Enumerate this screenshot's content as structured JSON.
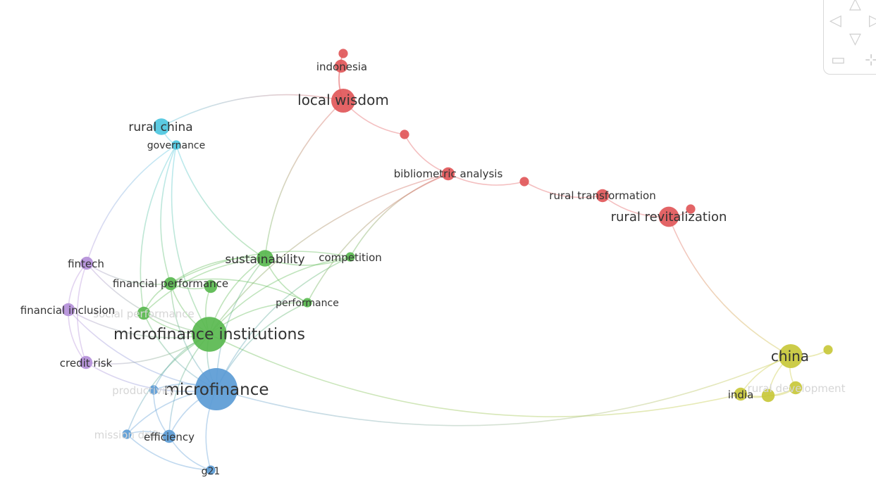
{
  "colors": {
    "red": "#e15759",
    "green": "#59b84f",
    "blue": "#5b9bd5",
    "purple": "#b48fd9",
    "cyan": "#4dc7e0",
    "yellow": "#c8c83a"
  },
  "nodes": [
    {
      "id": "n-indonesia-top",
      "label": "",
      "cluster": "red",
      "weight": 1
    },
    {
      "id": "indonesia",
      "label": "indonesia",
      "cluster": "red",
      "weight": 2
    },
    {
      "id": "local-wisdom",
      "label": "local wisdom",
      "cluster": "red",
      "weight": 5
    },
    {
      "id": "n-red-small",
      "label": "",
      "cluster": "red",
      "weight": 1
    },
    {
      "id": "bibliometric-analysis",
      "label": "bibliometric analysis",
      "cluster": "red",
      "weight": 2
    },
    {
      "id": "n-red-mid",
      "label": "",
      "cluster": "red",
      "weight": 1
    },
    {
      "id": "rural-transformation",
      "label": "rural transformation",
      "cluster": "red",
      "weight": 2
    },
    {
      "id": "rural-revitalization",
      "label": "rural revitalization",
      "cluster": "red",
      "weight": 4
    },
    {
      "id": "n-red-right",
      "label": "",
      "cluster": "red",
      "weight": 1
    },
    {
      "id": "rural-china",
      "label": "rural china",
      "cluster": "cyan",
      "weight": 3
    },
    {
      "id": "governance",
      "label": "governance",
      "cluster": "cyan",
      "weight": 1
    },
    {
      "id": "sustainability",
      "label": "sustainability",
      "cluster": "green",
      "weight": 3
    },
    {
      "id": "competition",
      "label": "competition",
      "cluster": "green",
      "weight": 1
    },
    {
      "id": "financial-performance",
      "label": "financial performance",
      "cluster": "green",
      "weight": 2
    },
    {
      "id": "n-green-a",
      "label": "",
      "cluster": "green",
      "weight": 2
    },
    {
      "id": "performance",
      "label": "performance",
      "cluster": "green",
      "weight": 1
    },
    {
      "id": "social-performance",
      "label": "social performance",
      "cluster": "green",
      "weight": 2,
      "faded": true
    },
    {
      "id": "microfinance-institutions",
      "label": "microfinance institutions",
      "cluster": "green",
      "weight": 8
    },
    {
      "id": "fintech",
      "label": "fintech",
      "cluster": "purple",
      "weight": 2
    },
    {
      "id": "financial-inclusion",
      "label": "financial inclusion",
      "cluster": "purple",
      "weight": 2
    },
    {
      "id": "credit-risk",
      "label": "credit risk",
      "cluster": "purple",
      "weight": 2
    },
    {
      "id": "microfinance",
      "label": "microfinance",
      "cluster": "blue",
      "weight": 10
    },
    {
      "id": "productivity",
      "label": "productivity",
      "cluster": "blue",
      "weight": 1,
      "faded": true
    },
    {
      "id": "mission-drift",
      "label": "mission drift",
      "cluster": "blue",
      "weight": 1,
      "faded": true
    },
    {
      "id": "efficiency",
      "label": "efficiency",
      "cluster": "blue",
      "weight": 2
    },
    {
      "id": "g21",
      "label": "g21",
      "cluster": "blue",
      "weight": 1
    },
    {
      "id": "china",
      "label": "china",
      "cluster": "yellow",
      "weight": 5
    },
    {
      "id": "n-yellow-right",
      "label": "",
      "cluster": "yellow",
      "weight": 1
    },
    {
      "id": "india",
      "label": "india",
      "cluster": "yellow",
      "weight": 2
    },
    {
      "id": "n-yellow-mid",
      "label": "",
      "cluster": "yellow",
      "weight": 2
    },
    {
      "id": "rural-development",
      "label": "rural development",
      "cluster": "yellow",
      "weight": 2,
      "faded": true
    }
  ],
  "links": [
    [
      "n-indonesia-top",
      "indonesia"
    ],
    [
      "n-indonesia-top",
      "local-wisdom"
    ],
    [
      "indonesia",
      "local-wisdom"
    ],
    [
      "local-wisdom",
      "n-red-small"
    ],
    [
      "n-red-small",
      "bibliometric-analysis"
    ],
    [
      "bibliometric-analysis",
      "n-red-mid"
    ],
    [
      "n-red-mid",
      "rural-transformation"
    ],
    [
      "rural-transformation",
      "rural-revitalization"
    ],
    [
      "rural-revitalization",
      "n-red-right"
    ],
    [
      "rural-revitalization",
      "china"
    ],
    [
      "local-wisdom",
      "rural-china"
    ],
    [
      "local-wisdom",
      "sustainability"
    ],
    [
      "bibliometric-analysis",
      "competition"
    ],
    [
      "bibliometric-analysis",
      "performance"
    ],
    [
      "bibliometric-analysis",
      "microfinance-institutions"
    ],
    [
      "rural-china",
      "governance"
    ],
    [
      "governance",
      "microfinance-institutions"
    ],
    [
      "governance",
      "financial-performance"
    ],
    [
      "governance",
      "social-performance"
    ],
    [
      "governance",
      "fintech"
    ],
    [
      "governance",
      "sustainability"
    ],
    [
      "sustainability",
      "competition"
    ],
    [
      "sustainability",
      "financial-performance"
    ],
    [
      "sustainability",
      "microfinance-institutions"
    ],
    [
      "sustainability",
      "performance"
    ],
    [
      "sustainability",
      "microfinance"
    ],
    [
      "sustainability",
      "social-performance"
    ],
    [
      "competition",
      "microfinance-institutions"
    ],
    [
      "competition",
      "financial-performance"
    ],
    [
      "competition",
      "microfinance"
    ],
    [
      "financial-performance",
      "microfinance-institutions"
    ],
    [
      "financial-performance",
      "social-performance"
    ],
    [
      "financial-performance",
      "microfinance"
    ],
    [
      "financial-performance",
      "n-green-a"
    ],
    [
      "n-green-a",
      "microfinance-institutions"
    ],
    [
      "performance",
      "microfinance-institutions"
    ],
    [
      "performance",
      "microfinance"
    ],
    [
      "performance",
      "financial-performance"
    ],
    [
      "social-performance",
      "microfinance-institutions"
    ],
    [
      "social-performance",
      "microfinance"
    ],
    [
      "fintech",
      "financial-inclusion"
    ],
    [
      "fintech",
      "credit-risk"
    ],
    [
      "fintech",
      "microfinance-institutions"
    ],
    [
      "fintech",
      "financial-performance"
    ],
    [
      "financial-inclusion",
      "credit-risk"
    ],
    [
      "financial-inclusion",
      "microfinance-institutions"
    ],
    [
      "financial-inclusion",
      "microfinance"
    ],
    [
      "credit-risk",
      "microfinance-institutions"
    ],
    [
      "credit-risk",
      "microfinance"
    ],
    [
      "microfinance-institutions",
      "microfinance"
    ],
    [
      "microfinance-institutions",
      "efficiency"
    ],
    [
      "microfinance-institutions",
      "india"
    ],
    [
      "microfinance-institutions",
      "mission-drift"
    ],
    [
      "microfinance-institutions",
      "productivity"
    ],
    [
      "microfinance",
      "productivity"
    ],
    [
      "microfinance",
      "mission-drift"
    ],
    [
      "microfinance",
      "efficiency"
    ],
    [
      "microfinance",
      "g21"
    ],
    [
      "microfinance",
      "china"
    ],
    [
      "efficiency",
      "mission-drift"
    ],
    [
      "efficiency",
      "g21"
    ],
    [
      "mission-drift",
      "g21"
    ],
    [
      "productivity",
      "efficiency"
    ],
    [
      "china",
      "n-yellow-right"
    ],
    [
      "china",
      "india"
    ],
    [
      "china",
      "n-yellow-mid"
    ],
    [
      "china",
      "rural-development"
    ],
    [
      "india",
      "n-yellow-mid"
    ],
    [
      "n-yellow-mid",
      "rural-development"
    ],
    [
      "india",
      "rural-development"
    ]
  ],
  "navigation": {
    "up": "△",
    "left": "◁",
    "right": "▷",
    "down": "▽",
    "zoom_out": "▭",
    "zoom_in": "⊹"
  }
}
